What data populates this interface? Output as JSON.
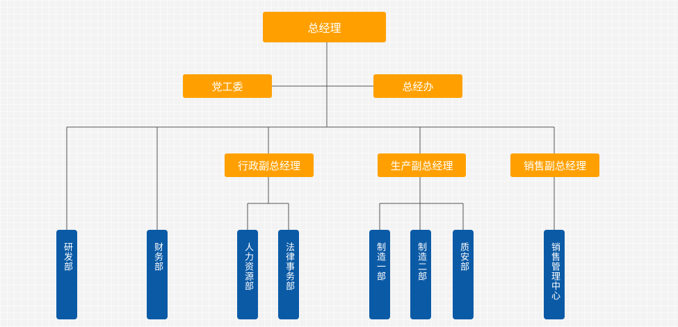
{
  "org_chart": {
    "top": {
      "label": "总经理"
    },
    "staff_left": {
      "label": "党工委"
    },
    "staff_right": {
      "label": "总经办"
    },
    "vp_admin": {
      "label": "行政副总经理"
    },
    "vp_production": {
      "label": "生产副总经理"
    },
    "vp_sales": {
      "label": "销售副总经理"
    },
    "departments": [
      {
        "label": "研发部"
      },
      {
        "label": "财务部"
      },
      {
        "label": "人力资源部"
      },
      {
        "label": "法律事务部"
      },
      {
        "label": "制造一部"
      },
      {
        "label": "制造二部"
      },
      {
        "label": "质安部"
      },
      {
        "label": "销售管理中心"
      }
    ]
  },
  "colors": {
    "manager_box": "#ffa000",
    "department_box": "#0b5aa6",
    "connector": "#555555",
    "text": "#ffffff"
  }
}
